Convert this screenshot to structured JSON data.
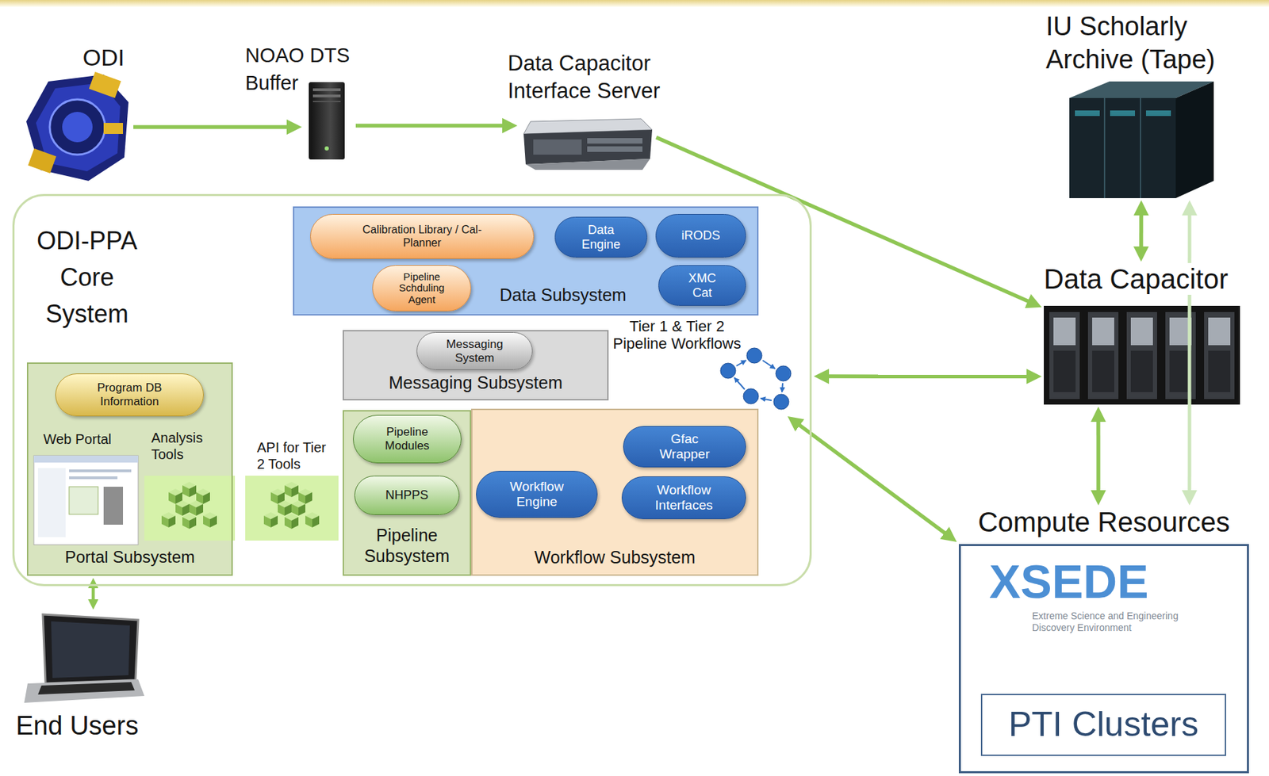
{
  "diagram": {
    "nodes": [
      {
        "text": [
          "ODI"
        ]
      },
      {
        "text": [
          "NOAO DTS Buffer"
        ]
      },
      {
        "text": [
          "Data Capacitor Interface Server"
        ]
      },
      {
        "text": [
          "IU Scholarly Archive (Tape)"
        ]
      },
      {
        "text": [
          "ODI-PPA Core System"
        ]
      },
      {
        "text": [
          "Data Subsystem"
        ],
        "in": 4
      },
      {
        "text": [
          "Calibration Library / Cal-Planner"
        ],
        "in": 5
      },
      {
        "text": [
          "Data Engine"
        ],
        "in": 5
      },
      {
        "text": [
          "iRODS"
        ],
        "in": 5
      },
      {
        "text": [
          "Pipeline Schduling Agent"
        ],
        "in": 5
      },
      {
        "text": [
          "XMC Cat"
        ],
        "in": 5
      },
      {
        "text": [
          "Messaging Subsystem"
        ],
        "in": 4
      },
      {
        "text": [
          "Messaging System"
        ],
        "in": 11
      },
      {
        "text": [
          "Portal Subsystem"
        ],
        "in": 4
      },
      {
        "text": [
          "Program DB Information"
        ],
        "in": 13
      },
      {
        "text": [
          "Web Portal"
        ],
        "in": 13
      },
      {
        "text": [
          "Analysis Tools"
        ],
        "in": 13
      },
      {
        "text": [
          "API for Tier 2 Tools"
        ],
        "in": 4
      },
      {
        "text": [
          "Pipeline Subsystem"
        ],
        "in": 4
      },
      {
        "text": [
          "Pipeline Modules"
        ],
        "in": 18
      },
      {
        "text": [
          "NHPPS"
        ],
        "in": 18
      },
      {
        "text": [
          "Workflow Subsystem"
        ],
        "in": 4
      },
      {
        "text": [
          "Gfac Wrapper"
        ],
        "in": 21
      },
      {
        "text": [
          "Workflow Engine"
        ],
        "in": 21
      },
      {
        "text": [
          "Workflow Interfaces"
        ],
        "in": 21
      },
      {
        "text": [
          "Tier 1 & Tier 2 Pipeline Workflows"
        ],
        "in": 4
      },
      {
        "text": [
          "Data Capacitor"
        ]
      },
      {
        "text": [
          "Compute Resources"
        ]
      },
      {
        "text": [
          "PTI Clusters"
        ],
        "in": 27
      },
      {
        "text": [
          "End Users"
        ]
      }
    ],
    "edges": [
      {
        "from": 0,
        "to": 1,
        "arrow": "to"
      },
      {
        "from": 1,
        "to": 2,
        "arrow": "to"
      },
      {
        "from": 2,
        "to": 26,
        "arrow": "to"
      },
      {
        "from": 3,
        "to": 26,
        "arrow": "both"
      },
      {
        "from": 4,
        "to": 26,
        "arrow": "both"
      },
      {
        "from": 26,
        "to": 27,
        "arrow": "both"
      },
      {
        "from": 27,
        "to": 3,
        "arrow": "both"
      },
      {
        "from": 25,
        "to": 27,
        "arrow": "both"
      },
      {
        "from": 13,
        "to": 29,
        "arrow": "both"
      }
    ],
    "labels": [
      "XSEDE",
      "Extreme Science and Engineering Discovery Environment"
    ]
  }
}
